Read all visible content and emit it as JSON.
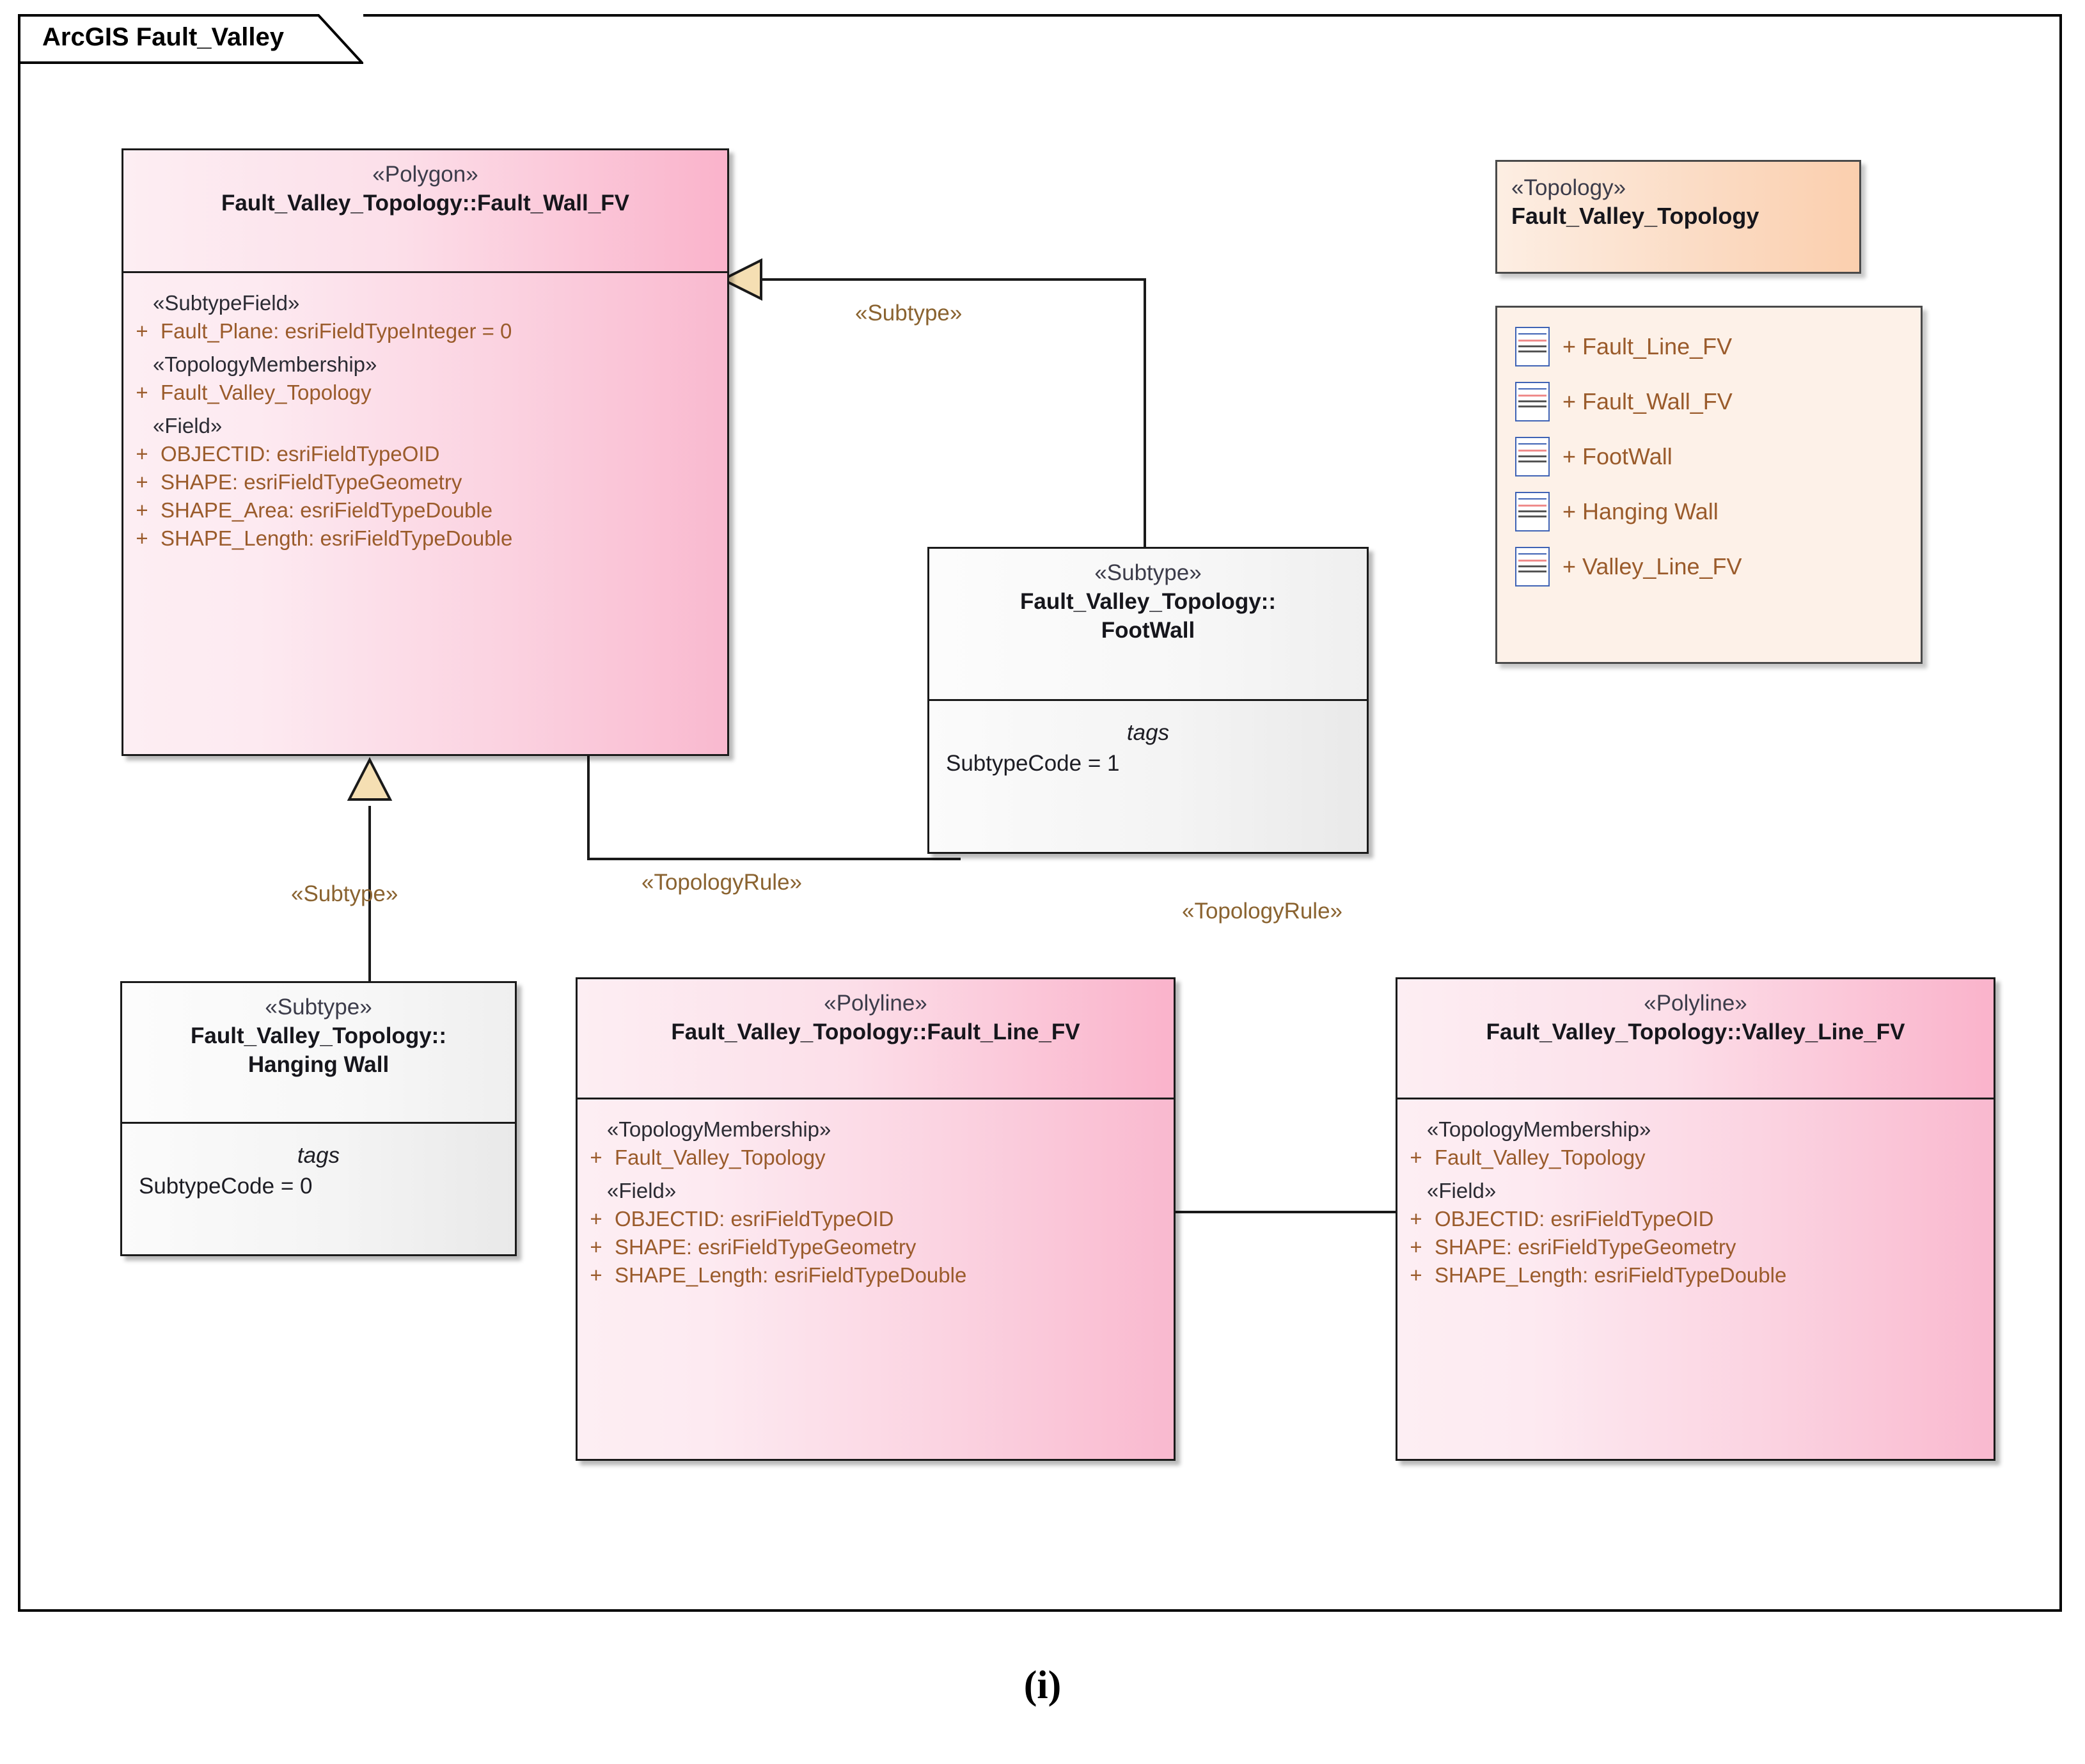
{
  "package": {
    "title": "ArcGIS Fault_Valley"
  },
  "caption": "(i)",
  "classes": {
    "fault_wall_fv": {
      "stereotype": "«Polygon»",
      "name": "Fault_Valley_Topology::Fault_Wall_FV",
      "groups": [
        {
          "label": "«SubtypeField»",
          "attributes": [
            {
              "visibility": "+",
              "text": "Fault_Plane: esriFieldTypeInteger = 0"
            }
          ]
        },
        {
          "label": "«TopologyMembership»",
          "attributes": [
            {
              "visibility": "+",
              "text": "Fault_Valley_Topology"
            }
          ]
        },
        {
          "label": "«Field»",
          "attributes": [
            {
              "visibility": "+",
              "text": "OBJECTID: esriFieldTypeOID"
            },
            {
              "visibility": "+",
              "text": "SHAPE: esriFieldTypeGeometry"
            },
            {
              "visibility": "+",
              "text": "SHAPE_Area: esriFieldTypeDouble"
            },
            {
              "visibility": "+",
              "text": "SHAPE_Length: esriFieldTypeDouble"
            }
          ]
        }
      ]
    },
    "footwall": {
      "stereotype": "«Subtype»",
      "name_line1": "Fault_Valley_Topology::",
      "name_line2": "FootWall",
      "tags_title": "tags",
      "tags_value": "SubtypeCode = 1"
    },
    "hanging_wall": {
      "stereotype": "«Subtype»",
      "name_line1": "Fault_Valley_Topology::",
      "name_line2": "Hanging Wall",
      "tags_title": "tags",
      "tags_value": "SubtypeCode = 0"
    },
    "fault_line_fv": {
      "stereotype": "«Polyline»",
      "name": "Fault_Valley_Topology::Fault_Line_FV",
      "groups": [
        {
          "label": "«TopologyMembership»",
          "attributes": [
            {
              "visibility": "+",
              "text": "Fault_Valley_Topology"
            }
          ]
        },
        {
          "label": "«Field»",
          "attributes": [
            {
              "visibility": "+",
              "text": "OBJECTID: esriFieldTypeOID"
            },
            {
              "visibility": "+",
              "text": "SHAPE: esriFieldTypeGeometry"
            },
            {
              "visibility": "+",
              "text": "SHAPE_Length: esriFieldTypeDouble"
            }
          ]
        }
      ]
    },
    "valley_line_fv": {
      "stereotype": "«Polyline»",
      "name": "Fault_Valley_Topology::Valley_Line_FV",
      "groups": [
        {
          "label": "«TopologyMembership»",
          "attributes": [
            {
              "visibility": "+",
              "text": "Fault_Valley_Topology"
            }
          ]
        },
        {
          "label": "«Field»",
          "attributes": [
            {
              "visibility": "+",
              "text": "OBJECTID: esriFieldTypeOID"
            },
            {
              "visibility": "+",
              "text": "SHAPE: esriFieldTypeGeometry"
            },
            {
              "visibility": "+",
              "text": "SHAPE_Length: esriFieldTypeDouble"
            }
          ]
        }
      ]
    }
  },
  "topology": {
    "stereotype": "«Topology»",
    "name": "Fault_Valley_Topology",
    "members": [
      {
        "visibility": "+",
        "label": "Fault_Line_FV"
      },
      {
        "visibility": "+",
        "label": "Fault_Wall_FV"
      },
      {
        "visibility": "+",
        "label": "FootWall"
      },
      {
        "visibility": "+",
        "label": "Hanging Wall"
      },
      {
        "visibility": "+",
        "label": "Valley_Line_FV"
      }
    ]
  },
  "connectors": [
    {
      "id": "subtype-footwall",
      "label": "«Subtype»"
    },
    {
      "id": "subtype-hangingwall",
      "label": "«Subtype»"
    },
    {
      "id": "topologyrule-left",
      "label": "«TopologyRule»"
    },
    {
      "id": "topologyrule-right",
      "label": "«TopologyRule»"
    }
  ],
  "colors": {
    "feature_class_fill": "#fbd3e1",
    "subtype_fill": "#f2f2f2",
    "topology_header_fill": "#fbcfae",
    "topology_body_fill": "#fdf1e8",
    "attribute_text": "#9a5b2b",
    "stereotype_text": "#3c3c4a",
    "generalization_arrow_fill": "#f5dfb3",
    "border": "#1a1a1a"
  }
}
